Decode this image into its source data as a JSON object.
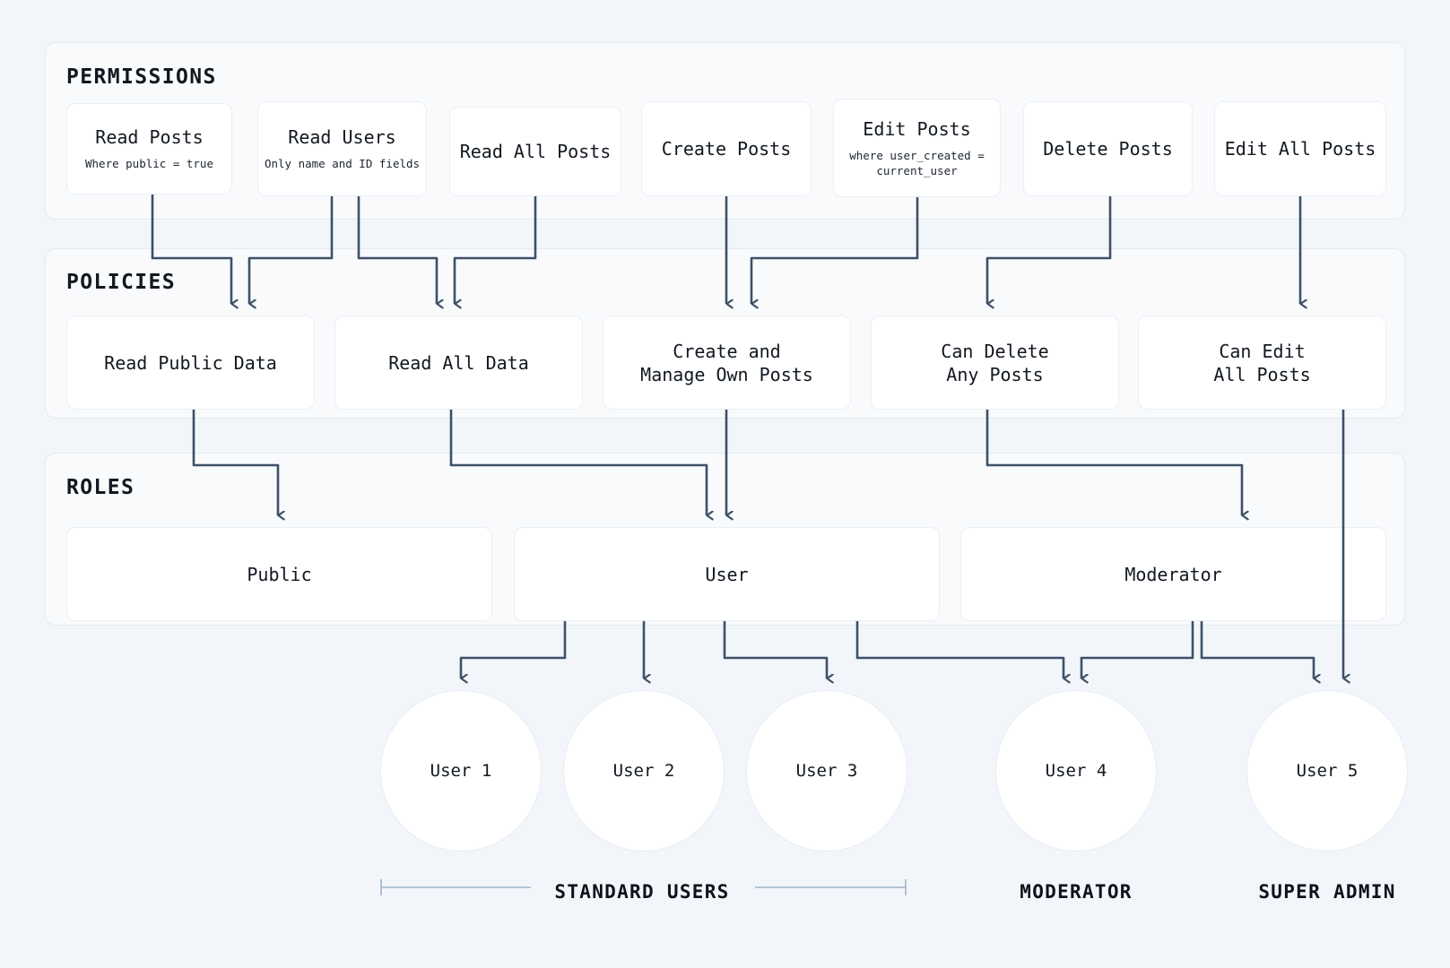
{
  "sections": [
    {
      "title": "PERMISSIONS"
    },
    {
      "title": "POLICIES"
    },
    {
      "title": "ROLES"
    }
  ],
  "permissions": [
    {
      "title": "Read Posts",
      "sub": "Where public = true"
    },
    {
      "title": "Read Users",
      "sub": "Only name and ID fields"
    },
    {
      "title": "Read All Posts",
      "sub": ""
    },
    {
      "title": "Create Posts",
      "sub": ""
    },
    {
      "title": "Edit Posts",
      "sub": "where user_created =\ncurrent_user"
    },
    {
      "title": "Delete Posts",
      "sub": ""
    },
    {
      "title": "Edit All Posts",
      "sub": ""
    }
  ],
  "policies": [
    {
      "title": "Read Public Data"
    },
    {
      "title": "Read All Data"
    },
    {
      "title": "Create and\nManage Own Posts"
    },
    {
      "title": "Can Delete\nAny Posts"
    },
    {
      "title": "Can Edit\nAll Posts"
    }
  ],
  "roles": [
    {
      "title": "Public"
    },
    {
      "title": "User"
    },
    {
      "title": "Moderator"
    }
  ],
  "users": [
    {
      "label": "User 1"
    },
    {
      "label": "User 2"
    },
    {
      "label": "User 3"
    },
    {
      "label": "User 4"
    },
    {
      "label": "User 5"
    }
  ],
  "group_labels": [
    {
      "text": "STANDARD USERS"
    },
    {
      "text": "MODERATOR"
    },
    {
      "text": "SUPER ADMIN"
    }
  ],
  "colors": {
    "page_background": "#f2f6fa",
    "panel_background": "#f8fafc",
    "node_background": "#ffffff",
    "connector": "#3e5068",
    "bracket": "#9fb3c8",
    "text": "#111820"
  }
}
